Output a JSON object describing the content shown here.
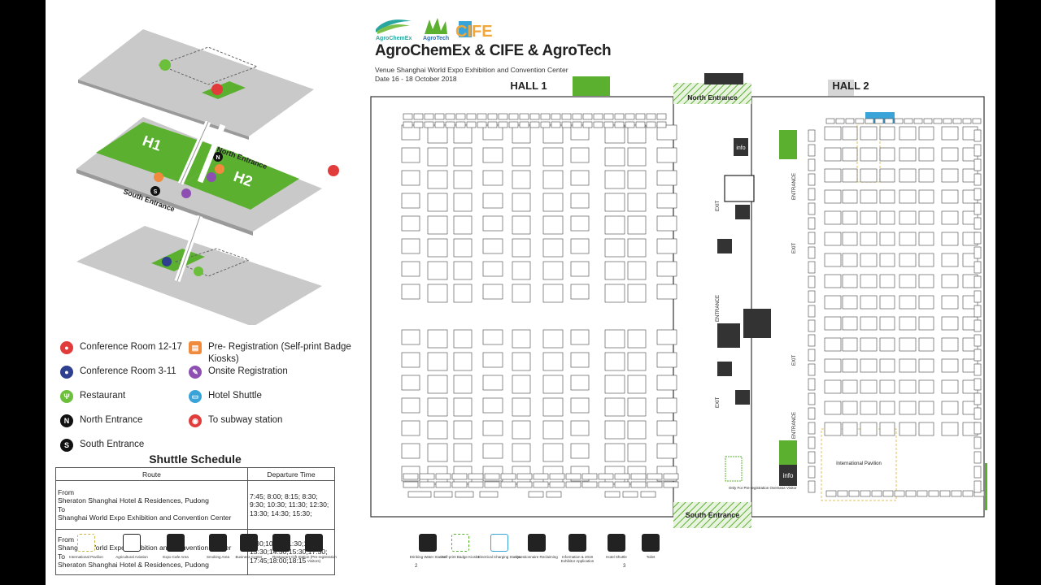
{
  "header": {
    "logos": [
      "AgroChemEx",
      "AgroTech",
      "CIFE"
    ],
    "title": "AgroChemEx & CIFE & AgroTech",
    "venue": "Venue  Shanghai World Expo Exhibition and Convention Center",
    "date": "Date  16 - 18 October 2018"
  },
  "halls": {
    "hall1": "HALL 1",
    "hall2": "HALL 2",
    "north_entrance": "North Entrance",
    "south_entrance": "South Entrance",
    "info": "info",
    "exit": "EXIT",
    "entrance": "ENTRANCE",
    "intl_pavilion": "International Pavilion",
    "preg_note": "Only For Pre-registration\nOverseas Visitor"
  },
  "iso_map": {
    "h1": "H1",
    "h2": "H2",
    "north_entrance": "North Entrance",
    "south_entrance": "South Entrance"
  },
  "legend": {
    "items": [
      {
        "label": "Conference Room 12-17",
        "icon": "conference-icon",
        "color": "#e23b3b"
      },
      {
        "label": "Conference Room 3-11",
        "icon": "conference-icon",
        "color": "#2e3f8f"
      },
      {
        "label": "Restaurant",
        "icon": "restaurant-icon",
        "color": "#6cbf3a"
      },
      {
        "label": "North Entrance",
        "icon": "N",
        "color": "#111111"
      },
      {
        "label": "South Entrance",
        "icon": "S",
        "color": "#111111"
      },
      {
        "label": "Pre- Registration (Self-print Badge Kiosks)",
        "icon": "registration-icon",
        "color": "#f08a3c"
      },
      {
        "label": "Onsite Registration",
        "icon": "onsite-icon",
        "color": "#8e4fb3"
      },
      {
        "label": "Hotel Shuttle",
        "icon": "bus-icon",
        "color": "#3aa3d8"
      },
      {
        "label": "To subway station",
        "icon": "subway-icon",
        "color": "#e23b3b"
      }
    ]
  },
  "shuttle": {
    "title": "Shuttle Schedule",
    "headers": [
      "Route",
      "Departure Time"
    ],
    "rows": [
      {
        "route": "From\nSheraton Shanghai Hotel & Residences, Pudong\nTo\nShanghai World Expo Exhibition and Convention Center",
        "time": "7:45; 8:00; 8:15; 8:30;\n9:30; 10:30; 11:30; 12:30;\n13:30; 14:30; 15:30;"
      },
      {
        "route": "From\nShanghai World Expo Exhibition and Convention Center\nTo\nSheraton Shanghai Hotel & Residences, Pudong",
        "time": "9:30;10:30;11:30;12:30;\n13:30;14:30;15:30;17:30;\n17:45;18:00;18:15"
      }
    ]
  },
  "footer_icons": [
    {
      "label": "International Pavilion",
      "icon": "pavilion-icon"
    },
    {
      "label": "Agricultural Aviation",
      "icon": "drone-icon"
    },
    {
      "label": "Expo Cafe Area",
      "icon": "cafe-icon"
    },
    {
      "label": "Smoking Area",
      "icon": "smoking-icon"
    },
    {
      "label": "Business Center",
      "icon": "business-icon"
    },
    {
      "label": "Restaurant",
      "icon": "restaurant-icon"
    },
    {
      "label": "Gift Station (Pre-registration Visitors)",
      "icon": "gift-icon"
    },
    {
      "label": "Drinking Water Station",
      "icon": "water-icon"
    },
    {
      "label": "Self-print Badge Kiosks",
      "icon": "kiosk-icon"
    },
    {
      "label": "Electrical Charging Station",
      "icon": "charging-icon"
    },
    {
      "label": "Questionnaire Reclaiming",
      "icon": "questionnaire-icon"
    },
    {
      "label": "Information & 2019 Exhibitor Application",
      "icon": "info-icon"
    },
    {
      "label": "Hotel Shuttle",
      "icon": "shuttle-icon"
    },
    {
      "label": "Toilet",
      "icon": "toilet-icon"
    }
  ],
  "page_numbers": [
    "2",
    "3"
  ],
  "colors": {
    "green": "#5cb030",
    "dark": "#333333",
    "grey": "#d6d6d6"
  }
}
